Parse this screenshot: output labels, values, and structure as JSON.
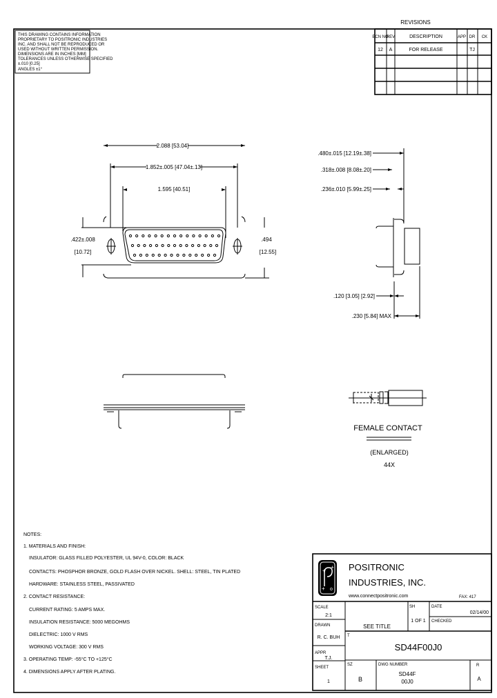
{
  "proprietary_note": {
    "lines": [
      "THIS DRAWING CONTAINS INFORMATION",
      "PROPRIETARY TO POSITRONIC INDUSTRIES",
      "INC. AND SHALL NOT BE REPRODUCED OR",
      "USED WITHOUT WRITTEN PERMISSION.",
      "DIMENSIONS ARE IN INCHES [MM]",
      "TOLERANCES UNLESS OTHERWISE SPECIFIED",
      "±.010 [0.25]",
      "ANGLES ±1°"
    ]
  },
  "revisions": {
    "title": "REVISIONS",
    "headers": [
      "ECN NO",
      "REV",
      "DESCRIPTION",
      "APP",
      "DR",
      "CK"
    ],
    "rows": [
      [
        "12",
        "A",
        "FOR RELEASE",
        "",
        "TJ",
        ""
      ],
      [
        "",
        "",
        "",
        "",
        "",
        ""
      ],
      [
        "",
        "",
        "",
        "",
        "",
        ""
      ],
      [
        "",
        "",
        "",
        "",
        "",
        ""
      ]
    ]
  },
  "front_view": {
    "dim_overall": "2.088 [53.04]",
    "dim_mounting": "1.852±.005 [47.04±.13]",
    "dim_shell": "1.595 [40.51]",
    "dim_left_height_1": ".422±.008",
    "dim_left_height_2": "[10.72]",
    "dim_right_height_1": ".494",
    "dim_right_height_2": "[12.55]",
    "pin_rows": [
      15,
      15,
      14
    ]
  },
  "side_view": {
    "dim_1": ".480±.015 [12.19±.38]",
    "dim_2": ".318±.008 [8.08±.20]",
    "dim_3": ".236±.010 [5.99±.25]",
    "dim_4": ".120 [3.05] [2.92]",
    "dim_5": ".230 [5.84] MAX"
  },
  "contact_detail": {
    "title": "FEMALE CONTACT",
    "subtitle": "(ENLARGED)",
    "quantity": "44X"
  },
  "notes": {
    "heading": "NOTES:",
    "lines": [
      "1. MATERIALS AND FINISH:",
      "INSULATOR: GLASS FILLED POLYESTER, UL 94V-0, COLOR: BLACK",
      "CONTACTS: PHOSPHOR BRONZE, GOLD FLASH OVER NICKEL. SHELL: STEEL, TIN PLATED",
      "HARDWARE: STAINLESS STEEL, PASSIVATED",
      "2. CONTACT RESISTANCE:",
      "CURRENT RATING: 5 AMPS MAX.",
      "INSULATION RESISTANCE: 5000 MEGOHMS",
      "DIELECTRIC: 1000 V RMS",
      "WORKING VOLTAGE: 300 V RMS",
      "3. OPERATING TEMP: -55°C TO +125°C",
      "4. DIMENSIONS APPLY AFTER PLATING."
    ]
  },
  "title_block": {
    "company_line1": "POSITRONIC",
    "company_line2": "INDUSTRIES, INC.",
    "website": "www.connectpositronic.com",
    "fax_label": "FAX: 417",
    "scale_label": "SCALE",
    "scale_value": "2:1",
    "center_value": "SEE TITLE",
    "size_label": "SH",
    "size_value": "1 OF 1",
    "date_label": "DATE",
    "date_value": "02/14/00",
    "checked_label": "CHECKED",
    "drawn_label": "DRAWN",
    "drawn_value": "R. C. BUH",
    "approved_label": "APPR",
    "approved_value": "T.J.",
    "title_label": "T",
    "part_title": "SD44F00J0",
    "sheet_label": "SHEET",
    "sheet_value": "1",
    "size_cell_label": "SZ",
    "size_cell_value": "B",
    "dwg_label": "DWG NUMBER",
    "dwg_value_1": "SD44F",
    "dwg_value_2": "00J0",
    "rev_label": "R",
    "rev_value": "A"
  },
  "colors": {
    "ink": "#000000",
    "paper": "#ffffff"
  }
}
